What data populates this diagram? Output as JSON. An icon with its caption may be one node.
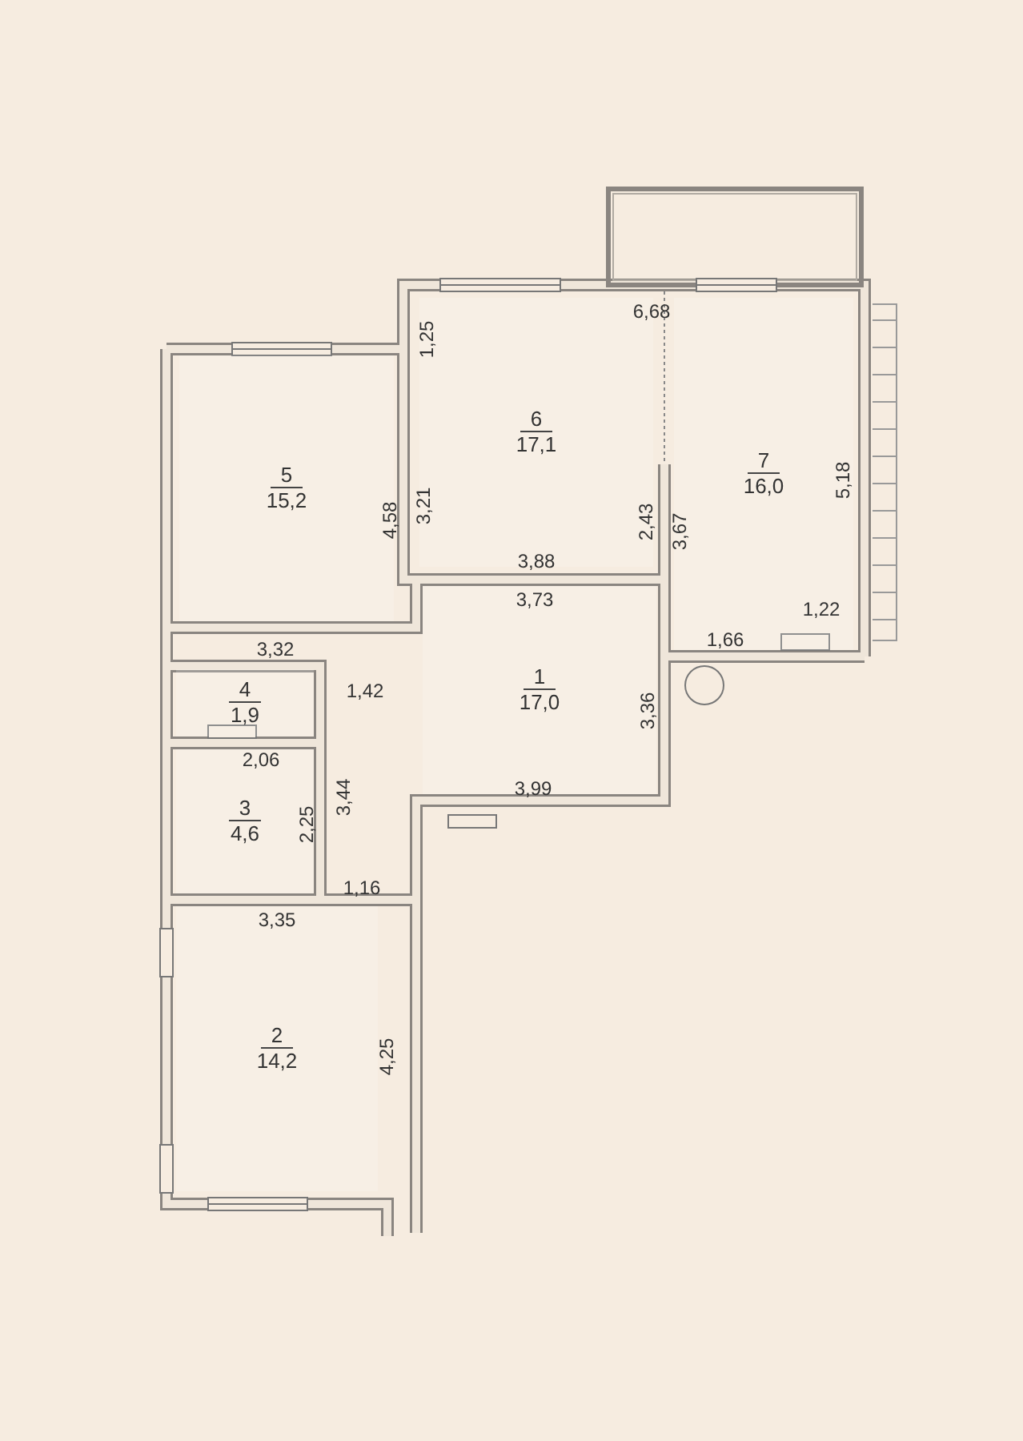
{
  "diagram": {
    "nodes": [
      {
        "text": [
          "6",
          "17,1"
        ]
      },
      {
        "text": [
          "7",
          "16,0"
        ]
      },
      {
        "text": [
          "5",
          "15,2"
        ]
      },
      {
        "text": [
          "1",
          "17,0"
        ]
      },
      {
        "text": [
          "4",
          "1,9"
        ]
      },
      {
        "text": [
          "3",
          "4,6"
        ]
      },
      {
        "text": [
          "2",
          "14,2"
        ]
      }
    ],
    "edges": [],
    "labels": [
      "6,68",
      "1,25",
      "5,18",
      "3,21",
      "4,58",
      "2,43",
      "3,67",
      "3,88",
      "3,73",
      "1,22",
      "1,66",
      "3,32",
      "1,42",
      "3,36",
      "2,06",
      "3,44",
      "2,25",
      "3,99",
      "1,16",
      "3,35",
      "4,25"
    ]
  }
}
